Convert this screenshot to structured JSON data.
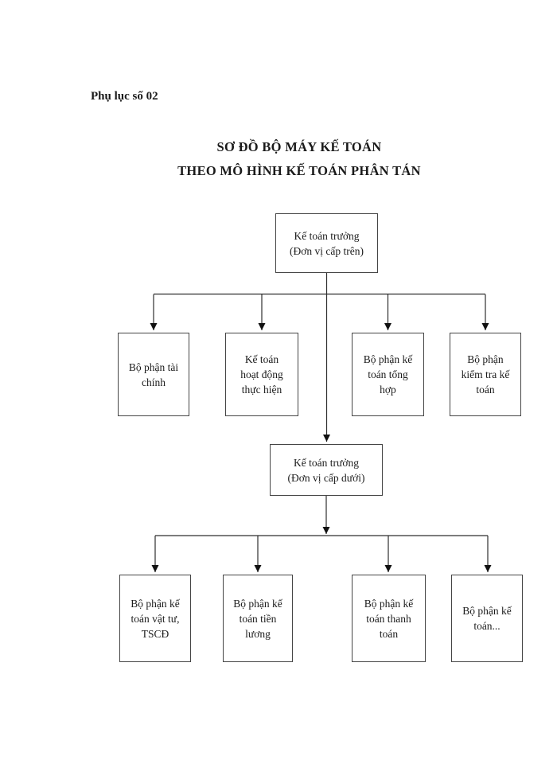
{
  "page": {
    "annex_label": "Phụ lục số 02",
    "background_color": "#ffffff",
    "ink_color": "#1a1a1a",
    "line_color": "#2e2e2e",
    "box_border_color": "#454545"
  },
  "title": {
    "line1": "SƠ ĐỒ BỘ MÁY KẾ TOÁN",
    "line2": "THEO MÔ HÌNH KẾ TOÁN PHÂN TÁN"
  },
  "diagram": {
    "root": {
      "label": "Kế toán trưởng\n(Đơn vị cấp trên)"
    },
    "level1": [
      {
        "label": "Bộ phận tài\nchính"
      },
      {
        "label": "Kế toán\nhoạt động\nthực hiện"
      },
      {
        "label": "Bộ phận kế\ntoán tổng\nhợp"
      },
      {
        "label": "Bộ phận\nkiểm tra kế\ntoán"
      }
    ],
    "mid": {
      "label": "Kế toán trưởng\n(Đơn vị cấp dưới)"
    },
    "level2": [
      {
        "label": "Bộ phận kế\ntoán vật tư,\nTSCĐ"
      },
      {
        "label": "Bộ phận kế\ntoán tiền\nlương"
      },
      {
        "label": "Bộ phận kế\ntoán thanh\ntoán"
      },
      {
        "label": "Bộ phận kế\ntoán..."
      }
    ]
  }
}
